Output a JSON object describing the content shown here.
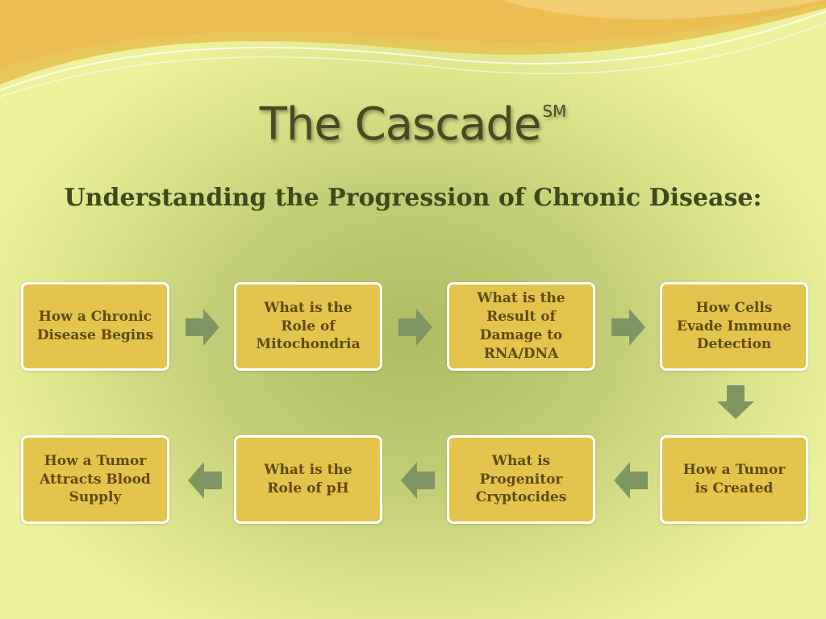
{
  "title": "The Cascade",
  "title_mark": "SM",
  "subtitle": "Understanding the Progression of Chronic Disease:",
  "steps": [
    {
      "label": "How a Chronic\nDisease Begins"
    },
    {
      "label": "What is the\nRole of\nMitochondria"
    },
    {
      "label": "What is the\nResult of\nDamage to\nRNA/DNA"
    },
    {
      "label": "How Cells\nEvade Immune\nDetection"
    },
    {
      "label": "How  a Tumor\nis Created"
    },
    {
      "label": "What is\nProgenitor\nCryptocides"
    },
    {
      "label": "What is the\nRole of pH"
    },
    {
      "label": "How  a Tumor\nAttracts Blood\nSupply"
    }
  ],
  "colors": {
    "box_fill": "#e3c44c",
    "box_border": "#ffffff",
    "box_text": "#5d4a10",
    "arrow": "#7f9663",
    "title": "#4a4a22",
    "subtitle": "#3e4a1a"
  }
}
